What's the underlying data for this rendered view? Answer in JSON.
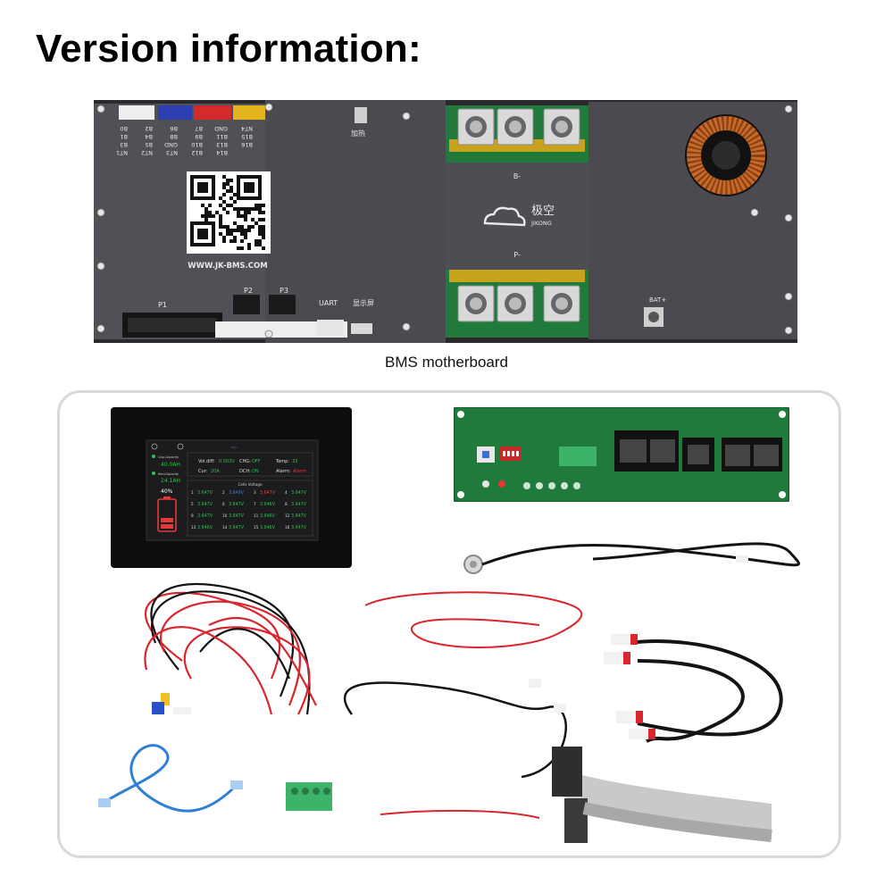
{
  "heading": "Version information:",
  "caption": "BMS motherboard",
  "board": {
    "website": "WWW.JK-BMS.COM",
    "brand_cn": "极空",
    "brand_en": "JIKONG",
    "heater_label": "加热",
    "bminus": "B-",
    "pminus": "P-",
    "batplus": "BAT+",
    "port_p1": "P1",
    "port_p2": "P2",
    "port_p3": "P3",
    "port_uart": "UART",
    "port_display": "显示屏",
    "pin_labels": [
      "B0",
      "B1",
      "B3",
      "NT1",
      "B2",
      "B4",
      "B5",
      "NT2",
      "B6",
      "B8",
      "GND",
      "NT3",
      "B7",
      "B9",
      "B10",
      "B12",
      "GND",
      "B11",
      "B13",
      "B14",
      "NT4",
      "B15",
      "B16"
    ]
  },
  "display": {
    "total_capacity_label": "Cap.Capacity",
    "total_capacity": "40.0AH",
    "remain_capacity_label": "RemCapacity",
    "remain_capacity": "24.1AH",
    "percent": "40%",
    "vol_diff_label": "Vol.diff:",
    "vol_diff": "0.003V",
    "chg_label": "CHG:",
    "chg": "OFF",
    "temp_label": "Temp:",
    "temp": "33",
    "cur_label": "Cur:",
    "cur": "20A",
    "dch_label": "DCH:",
    "dch": "ON",
    "alarm_label": "Alarm:",
    "alarm": "Alarm",
    "cells_title": "Cells Voltage",
    "cells": [
      {
        "n": "1",
        "v": "3.647V"
      },
      {
        "n": "2",
        "v": "3.649V"
      },
      {
        "n": "3",
        "v": "3.647V"
      },
      {
        "n": "4",
        "v": "3.647V"
      },
      {
        "n": "5",
        "v": "3.647V"
      },
      {
        "n": "6",
        "v": "3.647V"
      },
      {
        "n": "7",
        "v": "3.646V"
      },
      {
        "n": "8",
        "v": "3.647V"
      },
      {
        "n": "9",
        "v": "3.647V"
      },
      {
        "n": "10",
        "v": "3.647V"
      },
      {
        "n": "11",
        "v": "3.646V"
      },
      {
        "n": "12",
        "v": "3.647V"
      },
      {
        "n": "13",
        "v": "3.646V"
      },
      {
        "n": "14",
        "v": "3.647V"
      },
      {
        "n": "15",
        "v": "3.646V"
      },
      {
        "n": "16",
        "v": "3.647V"
      }
    ]
  },
  "colors": {
    "board_plate": "#4a4a50",
    "pcb_green": "#1f7a3c",
    "wire_red": "#d8262f",
    "wire_black": "#141414",
    "cable_blue": "#2f7fd6",
    "ribbon_gray": "#c9c9c9",
    "terminal_green": "#3db36a"
  }
}
